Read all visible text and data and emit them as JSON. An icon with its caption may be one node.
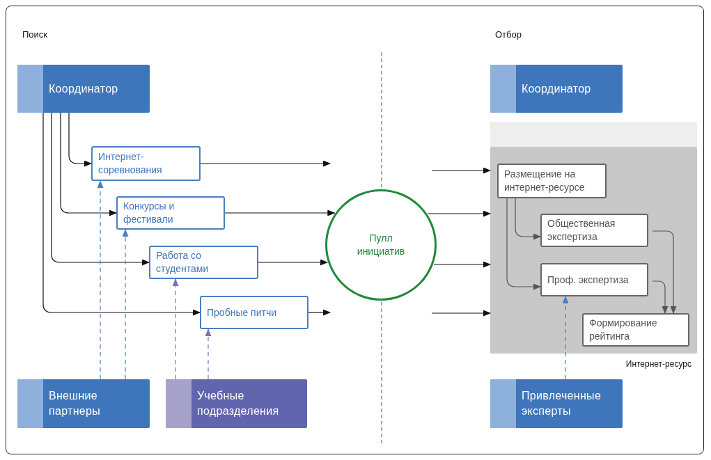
{
  "diagram": {
    "nodes": [
      {
        "text": [
          "Координатор"
        ]
      },
      {
        "text": [
          "Интернет-соревнования"
        ]
      },
      {
        "text": [
          "Конкурсы и фестивали"
        ]
      },
      {
        "text": [
          "Работа со студентами"
        ]
      },
      {
        "text": [
          "Пробные питчи"
        ]
      },
      {
        "text": [
          "Внешние партнеры"
        ]
      },
      {
        "text": [
          "Учебные подразделения"
        ]
      },
      {
        "text": [
          "Пулл инициатив"
        ]
      },
      {
        "text": [
          "Координатор"
        ]
      },
      {
        "text": [
          "Интернет-ресурс"
        ]
      },
      {
        "text": [
          "Размещение на интернет-ресурсе"
        ],
        "in": 9
      },
      {
        "text": [
          "Общественная экспертиза"
        ],
        "in": 9
      },
      {
        "text": [
          "Проф. экспертиза"
        ],
        "in": 9
      },
      {
        "text": [
          "Формирование рейтинга"
        ],
        "in": 9
      },
      {
        "text": [
          "Привлеченные эксперты"
        ]
      }
    ],
    "edges": [
      {
        "from": 0,
        "to": 1,
        "arrow": "to"
      },
      {
        "from": 0,
        "to": 2,
        "arrow": "to"
      },
      {
        "from": 0,
        "to": 3,
        "arrow": "to"
      },
      {
        "from": 0,
        "to": 4,
        "arrow": "to"
      },
      {
        "from": 1,
        "to": 7,
        "arrow": "to"
      },
      {
        "from": 2,
        "to": 7,
        "arrow": "to"
      },
      {
        "from": 3,
        "to": 7,
        "arrow": "to"
      },
      {
        "from": 4,
        "to": 7,
        "arrow": "to"
      },
      {
        "from": 7,
        "to": 9,
        "arrow": "to"
      },
      {
        "from": 7,
        "to": 9,
        "arrow": "to"
      },
      {
        "from": 7,
        "to": 9,
        "arrow": "to"
      },
      {
        "from": 7,
        "to": 9,
        "arrow": "to"
      },
      {
        "from": 5,
        "to": 1,
        "arrow": "to",
        "style": "dashed",
        "color": "#4a7fc1"
      },
      {
        "from": 5,
        "to": 2,
        "arrow": "to",
        "style": "dashed",
        "color": "#4a7fc1"
      },
      {
        "from": 6,
        "to": 3,
        "arrow": "to",
        "style": "dashed",
        "color": "#7a74b8"
      },
      {
        "from": 6,
        "to": 4,
        "arrow": "to",
        "style": "dashed",
        "color": "#7a74b8"
      },
      {
        "from": 14,
        "to": 12,
        "arrow": "to",
        "style": "dashed",
        "color": "#4a7fc1"
      },
      {
        "from": 10,
        "to": 11,
        "arrow": "to",
        "color": "#555555"
      },
      {
        "from": 10,
        "to": 12,
        "arrow": "to",
        "color": "#555555"
      },
      {
        "from": 11,
        "to": 13,
        "arrow": "to",
        "color": "#555555"
      },
      {
        "from": 12,
        "to": 13,
        "arrow": "to",
        "color": "#555555"
      }
    ],
    "labels": [
      "Поиск",
      "Отбор"
    ]
  }
}
